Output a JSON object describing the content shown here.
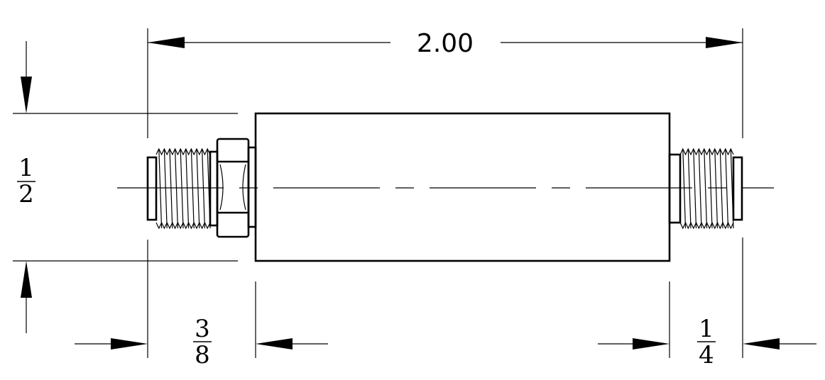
{
  "dimensions": {
    "overall_length": "2.00",
    "height": {
      "numerator": "1",
      "denominator": "2"
    },
    "left_fitting": {
      "numerator": "3",
      "denominator": "8"
    },
    "right_fitting": {
      "numerator": "1",
      "denominator": "4"
    }
  }
}
